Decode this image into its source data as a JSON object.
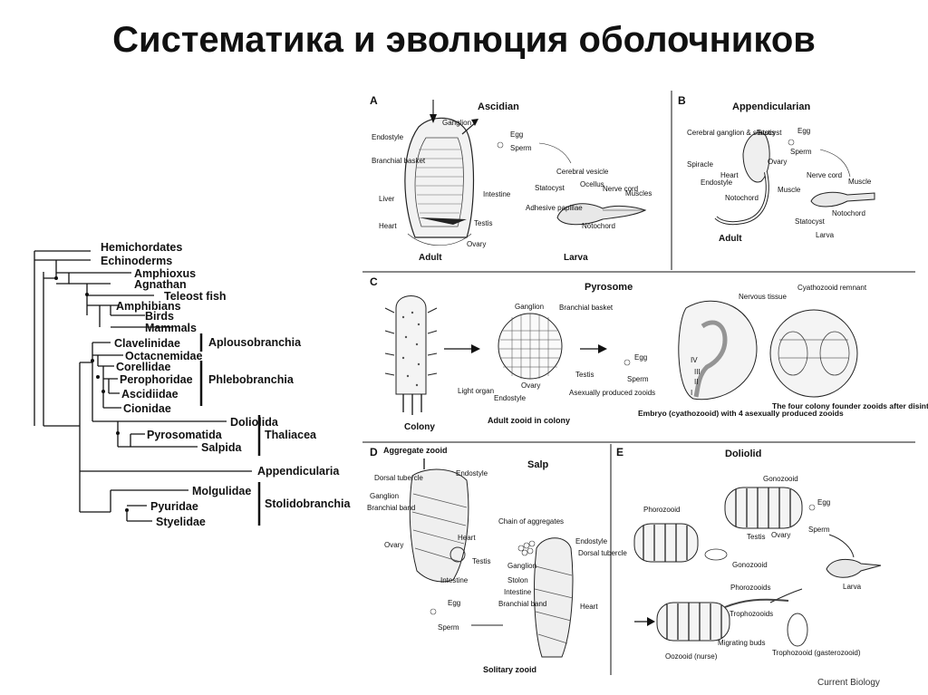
{
  "title": "Систематика и эволюция оболочников",
  "tree": {
    "taxa": [
      "Hemichordates",
      "Echinoderms",
      "Amphioxus",
      "Agnathan",
      "Teleost fish",
      "Amphibians",
      "Birds",
      "Mammals",
      "Clavelinidae",
      "Octacnemidae",
      "Corellidae",
      "Perophoridae",
      "Ascidiidae",
      "Cionidae",
      "Doliolida",
      "Pyrosomatida",
      "Salpida",
      "Appendicularia",
      "Molgulidae",
      "Pyuridae",
      "Styelidae"
    ],
    "groups": [
      "Aplousobranchia",
      "Phlebobranchia",
      "Thaliacea",
      "Stolidobranchia"
    ]
  },
  "panels": {
    "a": {
      "letter": "A",
      "title": "Ascidian",
      "adult": "Adult",
      "larva": "Larva",
      "labels": [
        "Endostyle",
        "Ganglion",
        "Branchial basket",
        "Liver",
        "Heart",
        "Intestine",
        "Testis",
        "Ovary",
        "Egg",
        "Sperm",
        "Cerebral vesicle",
        "Statocyst",
        "Ocellus",
        "Nerve cord",
        "Muscles",
        "Adhesive papillae",
        "Notochord"
      ]
    },
    "b": {
      "letter": "B",
      "title": "Appendicularian",
      "adult": "Adult",
      "larva": "Larva",
      "labels": [
        "Cerebral ganglion & statocyst",
        "Testis",
        "Spiracle",
        "Heart",
        "Endostyle",
        "Ovary",
        "Notochord",
        "Muscle",
        "Egg",
        "Sperm",
        "Nerve cord",
        "Muscle",
        "Notochord",
        "Statocyst"
      ]
    },
    "c": {
      "letter": "C",
      "title": "Pyrosome",
      "labels": [
        "Ganglion",
        "Branchial basket",
        "Light organ",
        "Ovary",
        "Endostyle",
        "Testis",
        "Asexually produced zooids",
        "Egg",
        "Sperm",
        "Nervous tissue",
        "Cyathozooid remnant",
        "IV",
        "III",
        "II",
        "I"
      ],
      "colony": "Colony",
      "adult_zooid": "Adult zooid in colony",
      "embryo": "Embryo (cyathozooid) with 4 asexually produced zooids",
      "founders": "The four colony founder zooids after disintegration of the cyathozooid"
    },
    "d": {
      "letter": "D",
      "title": "Salp",
      "aggregate": "Aggregate zooid",
      "solitary": "Solitary zooid",
      "labels": [
        "Dorsal tubercle",
        "Endostyle",
        "Ganglion",
        "Branchial band",
        "Ovary",
        "Heart",
        "Testis",
        "Intestine",
        "Egg",
        "Sperm",
        "Chain of aggregates",
        "Endostyle",
        "Dorsal tubercle",
        "Ganglion",
        "Stolon",
        "Intestine",
        "Branchial band",
        "Heart"
      ]
    },
    "e": {
      "letter": "E",
      "title": "Doliolid",
      "labels": [
        "Gonozooid",
        "Phorozooid",
        "Egg",
        "Sperm",
        "Testis",
        "Ovary",
        "Gonozooid",
        "Larva",
        "Phorozooids",
        "Trophozooids",
        "Migrating buds",
        "Oozooid (nurse)",
        "Trophozooid (gasterozooid)"
      ]
    }
  },
  "credit": "Current Biology"
}
